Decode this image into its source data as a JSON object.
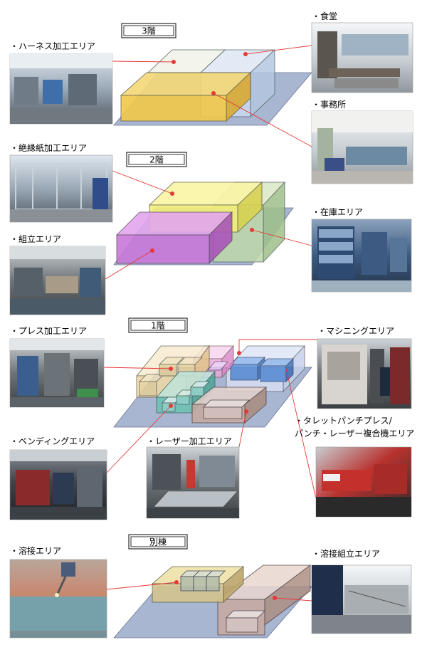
{
  "floors": {
    "f3": "3階",
    "f2": "2階",
    "f1": "1階",
    "annex": "別棟"
  },
  "areas": {
    "harness": "・ハーネス加工エリア",
    "cafeteria": "・食堂",
    "office": "・事務所",
    "insulation": "・絶縁紙加工エリア",
    "assembly": "・組立エリア",
    "stock": "・在庫エリア",
    "press": "・プレス加工エリア",
    "machining": "・マシニングエリア",
    "turret_line1": "・タレットパンチプレス/",
    "turret_line2": "パンチ・レーザー複合機エリア",
    "bending": "・ベンディングエリア",
    "laser": "・レーザー加工エリア",
    "welding": "・溶接エリア",
    "weld_assembly": "・溶接組立エリア"
  },
  "colors": {
    "floor_plate": "#a9b6d2",
    "harness_zone": "#f2c84a",
    "cafeteria_zone": "#c9d9ee",
    "insulation_zone": "#f3ee7a",
    "assembly_zone": "#c879d8",
    "stock_zone": "#bfd7a8",
    "press_zone": "#f0d9a6",
    "machining_zone": "#5b8ed6",
    "turret_zone": "#c8aaa0",
    "bending_zone": "#6dc2b2",
    "laser_zone": "#eaa6d8",
    "connector": "#e53935"
  }
}
